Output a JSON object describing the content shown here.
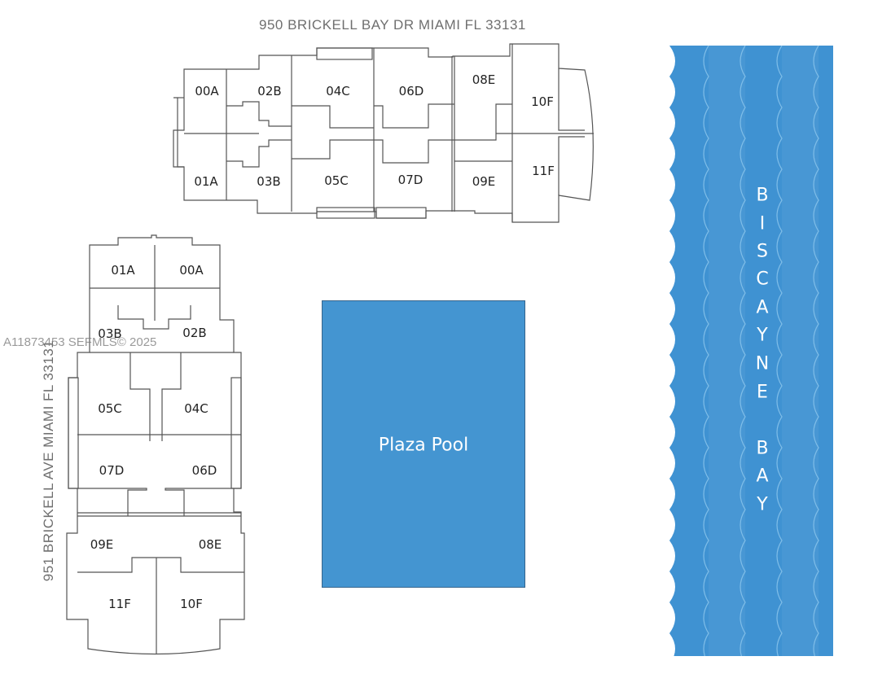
{
  "top_building": {
    "address": "950 BRICKELL BAY DR MIAMI FL 33131",
    "units": [
      "00A",
      "02B",
      "04C",
      "06D",
      "08E",
      "10F",
      "01A",
      "03B",
      "05C",
      "07D",
      "09E",
      "11F"
    ]
  },
  "left_building": {
    "address": "951 BRICKELL AVE MIAMI FL 33131",
    "units": [
      "01A",
      "00A",
      "03B",
      "02B",
      "05C",
      "04C",
      "07D",
      "06D",
      "09E",
      "08E",
      "11F",
      "10F"
    ]
  },
  "pool": {
    "label": "Plaza Pool",
    "color": "#4495d1"
  },
  "bay": {
    "letters": [
      "B",
      "I",
      "S",
      "C",
      "A",
      "Y",
      "N",
      "E",
      "",
      "B",
      "A",
      "Y"
    ],
    "color": "#4a9ad6"
  },
  "watermark": "A11873453 SEFMLS© 2025"
}
